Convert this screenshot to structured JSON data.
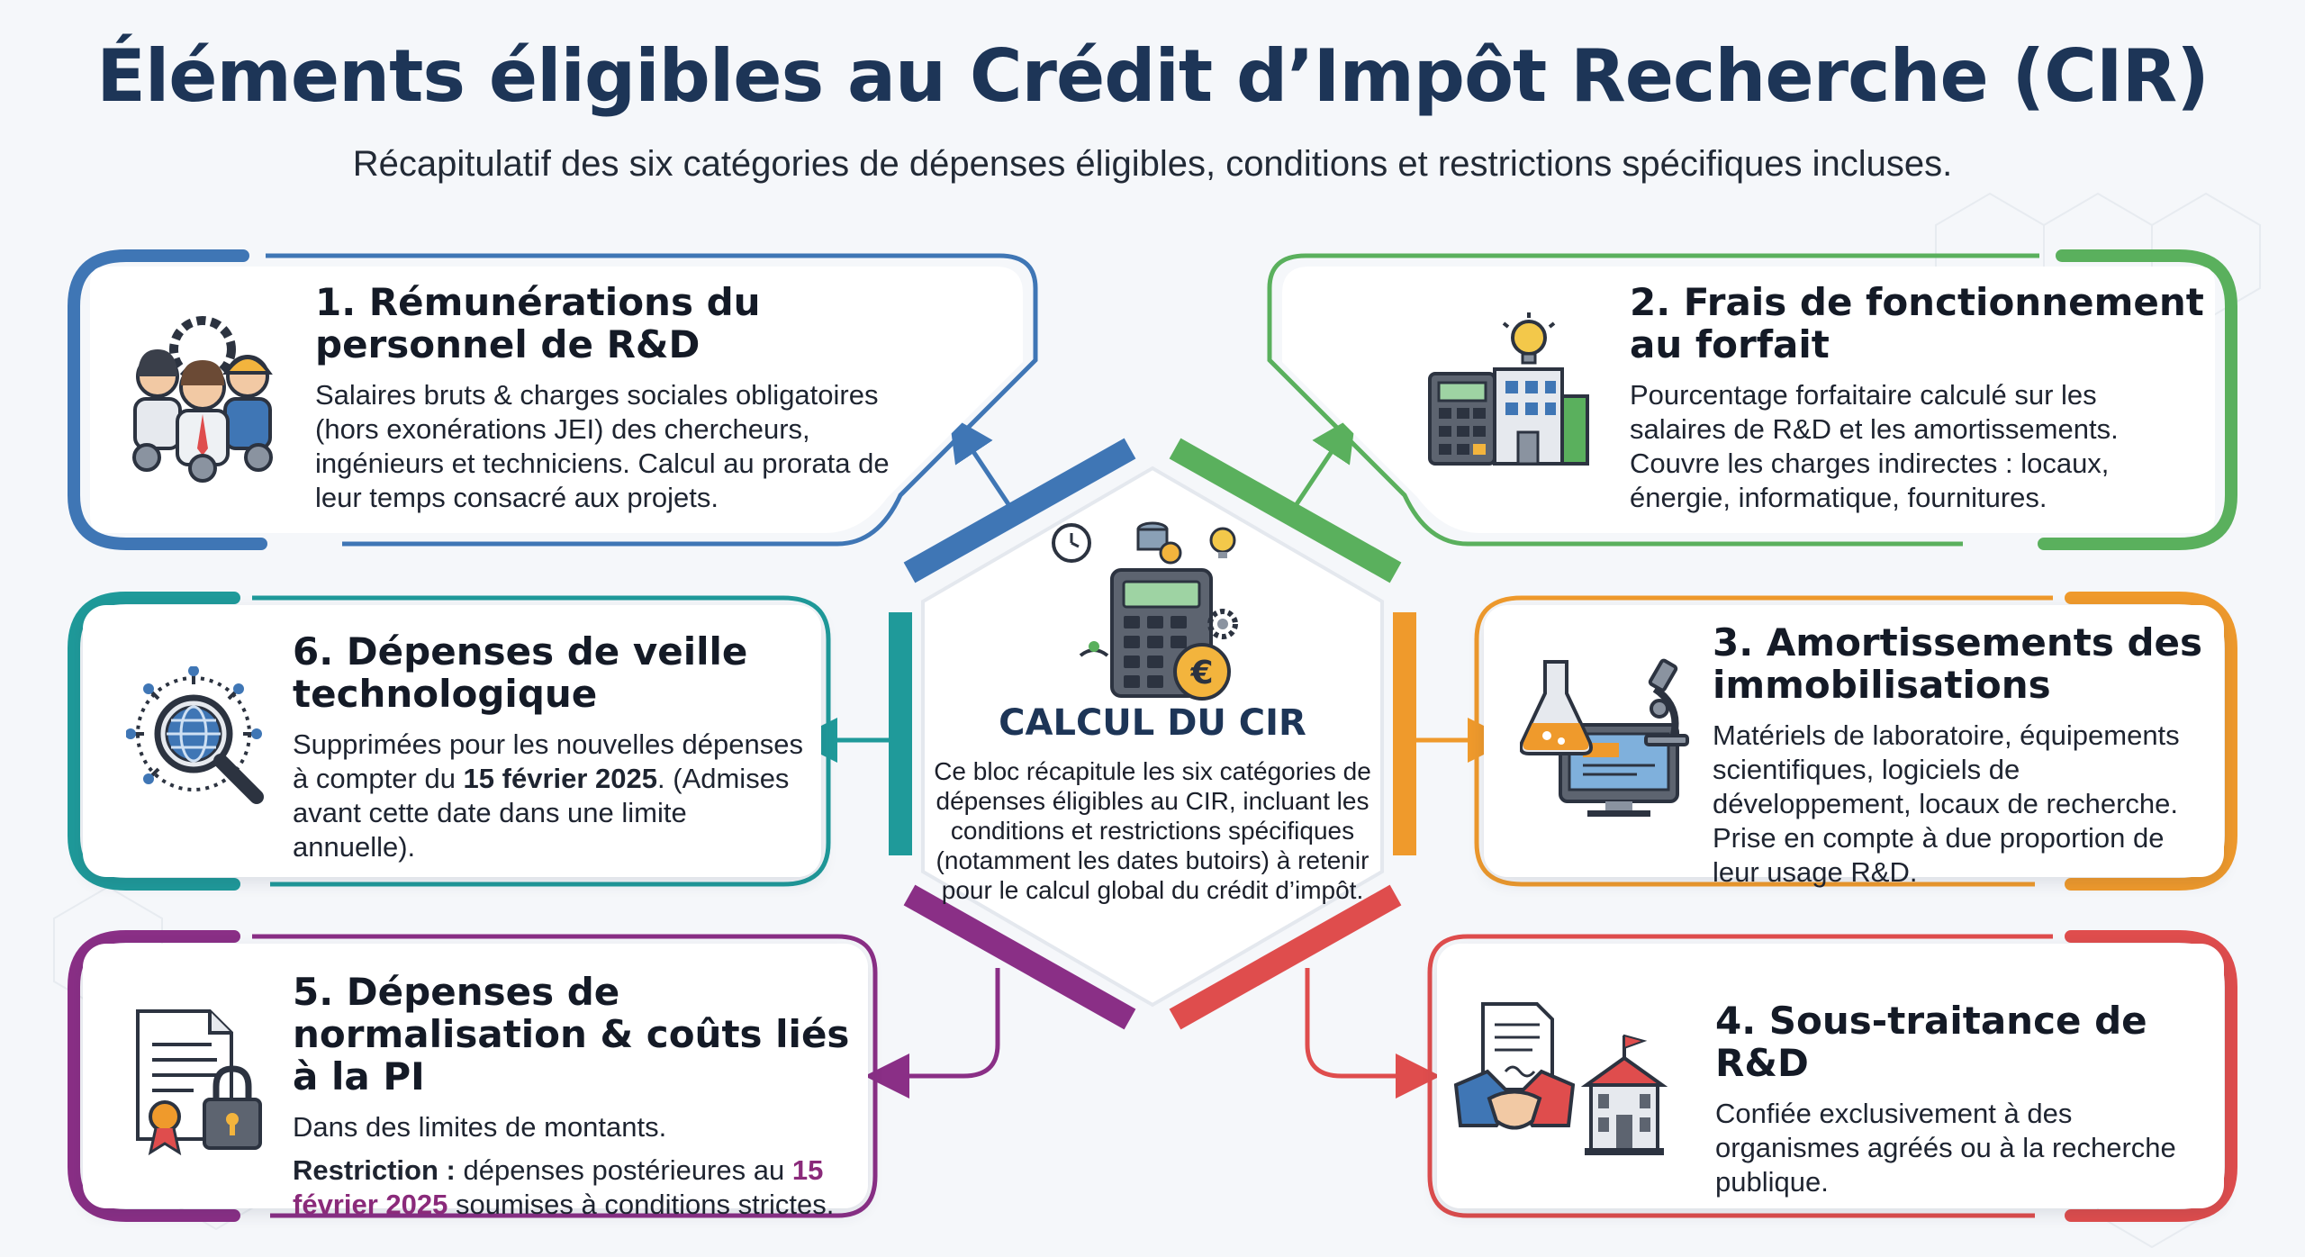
{
  "header": {
    "title": "Éléments éligibles au Crédit d’Impôt Recherche (CIR)",
    "subtitle": "Récapitulatif des six catégories de dépenses éligibles, conditions et restrictions spécifiques incluses."
  },
  "center": {
    "title": "CALCUL DU CIR",
    "text": "Ce bloc récapitule les six catégories de dépenses éligibles au CIR, incluant les conditions et restrictions spécifiques (notamment les dates butoirs) à retenir pour le calcul global du crédit d’impôt.",
    "icon": "calculator-euro-icon"
  },
  "colors": {
    "blue": "#3f76b5",
    "green": "#5ab05d",
    "teal": "#1f9a9a",
    "orange": "#ef9a2c",
    "purple": "#8a2f86",
    "red": "#df4d4d",
    "navy": "#1d3557"
  },
  "categories": {
    "c1": {
      "title": "1. Rémunérations du personnel de R&D",
      "text": "Salaires bruts & charges sociales obligatoires (hors exonérations JEI) des chercheurs, ingénieurs et techniciens. Calcul au prorata de leur temps consacré aux projets.",
      "icon": "researchers-gears-icon"
    },
    "c2": {
      "title": "2. Frais de fonctionnement au forfait",
      "text": "Pourcentage forfaitaire calculé sur les salaires de R&D et les amortissements. Couvre les charges indirectes : locaux, énergie, informatique, fournitures.",
      "icon": "building-calculator-icon"
    },
    "c3": {
      "title": "3. Amortissements des immobilisations",
      "text": "Matériels de laboratoire, équipements scientifiques, logiciels de développement, locaux de recherche. Prise en compte à due proportion de leur usage R&D.",
      "icon": "lab-equipment-icon"
    },
    "c4": {
      "title": "4. Sous-traitance de R&D",
      "text": "Confiée exclusivement à des organismes agréés ou à la recherche publique.",
      "icon": "handshake-institution-icon"
    },
    "c5": {
      "title": "5. Dépenses de normalisation & coûts liés à la PI",
      "text1": "Dans des limites de montants.",
      "restriction_label": "Restriction :",
      "restriction_pre": " dépenses postérieures au ",
      "restriction_date": "15 février 2025",
      "restriction_post": " soumises à conditions strictes.",
      "icon": "certificate-lock-icon"
    },
    "c6": {
      "title": "6. Dépenses de veille technologique",
      "text_pre": "Supprimées pour les nouvelles dépenses à compter du ",
      "text_date": "15 février 2025",
      "text_post": ". (Admises avant cette date dans une limite annuelle).",
      "icon": "globe-search-icon"
    }
  }
}
